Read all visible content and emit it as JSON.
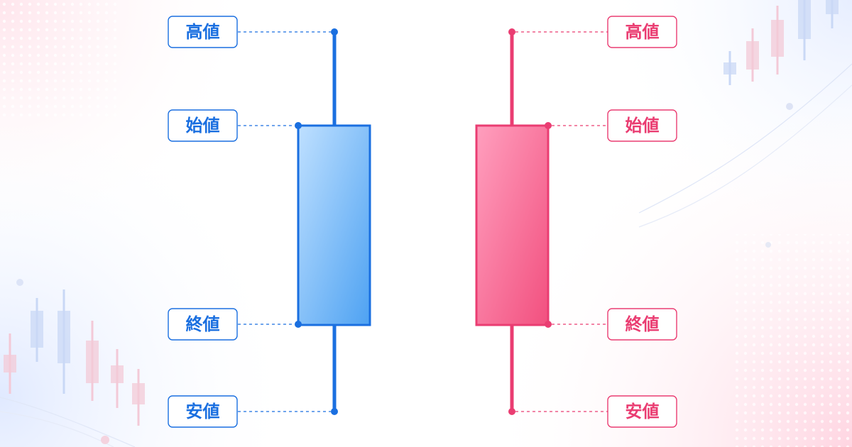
{
  "colors": {
    "bullish": "#1a6fe0",
    "bearish": "#ea3d72",
    "bullish_fill_light": "#bfe0ff",
    "bullish_fill_dark": "#4ea2f2",
    "bearish_fill_light": "#ff9fbe",
    "bearish_fill_dark": "#f2507f"
  },
  "candles": [
    {
      "id": "bullish",
      "color_key": "bullish",
      "high_label": "高値",
      "open_label": "始値",
      "close_label": "終値",
      "low_label": "安値"
    },
    {
      "id": "bearish",
      "color_key": "bearish",
      "high_label": "高値",
      "open_label": "始値",
      "close_label": "終値",
      "low_label": "安値"
    }
  ]
}
